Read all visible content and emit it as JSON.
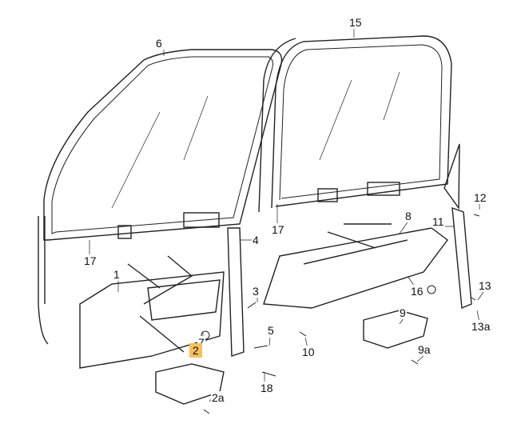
{
  "highlight_color": "#f5c15c",
  "labels": {
    "l6": "6",
    "l15": "15",
    "l4": "4",
    "l12": "12",
    "l11": "11",
    "l8": "8",
    "l17a": "17",
    "l17b": "17",
    "l1": "1",
    "l3": "3",
    "l16": "16",
    "l13": "13",
    "l9": "9",
    "l7": "7",
    "l5": "5",
    "l10": "10",
    "l9a": "9a",
    "l13a": "13a",
    "l2": "2",
    "l18": "18",
    "l2a": "2a"
  }
}
